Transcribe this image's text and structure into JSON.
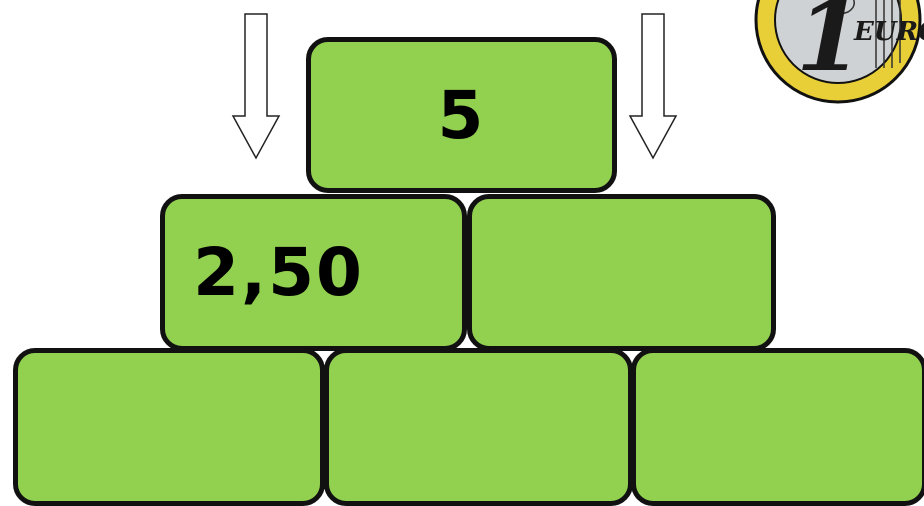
{
  "pyramid": {
    "top": {
      "value": "5"
    },
    "middle": [
      {
        "value": "2,50"
      },
      {
        "value": ""
      }
    ],
    "bottom": [
      {
        "value": ""
      },
      {
        "value": ""
      },
      {
        "value": ""
      }
    ]
  },
  "coin": {
    "label": "EURO",
    "denomination": "1"
  },
  "colors": {
    "brick_fill": "#92d050",
    "brick_border": "#111111",
    "coin_ring": "#e9cf37"
  }
}
